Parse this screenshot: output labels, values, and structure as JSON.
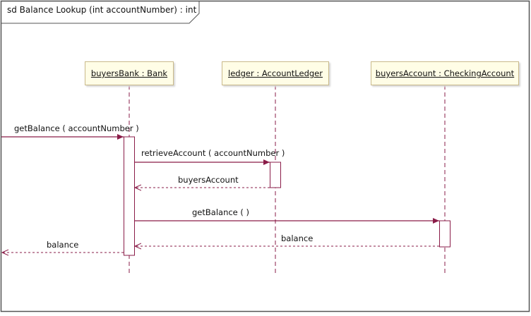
{
  "frame": {
    "label": "sd Balance Lookup (int accountNumber) : int"
  },
  "lifelines": [
    {
      "id": "bank",
      "label": "buyersBank : Bank"
    },
    {
      "id": "ledger",
      "label": "ledger : AccountLedger"
    },
    {
      "id": "account",
      "label": "buyersAccount : CheckingAccount"
    }
  ],
  "messages": [
    {
      "label": "getBalance ( accountNumber )",
      "kind": "call"
    },
    {
      "label": "retrieveAccount ( accountNumber )",
      "kind": "call"
    },
    {
      "label": "buyersAccount",
      "kind": "return"
    },
    {
      "label": "getBalance ( )",
      "kind": "call"
    },
    {
      "label": "balance",
      "kind": "return"
    },
    {
      "label": "balance",
      "kind": "return"
    }
  ],
  "colors": {
    "line": "#8a1c48",
    "frame": "#555555",
    "box_fill": "#fffde6",
    "box_border": "#c9b98a"
  }
}
